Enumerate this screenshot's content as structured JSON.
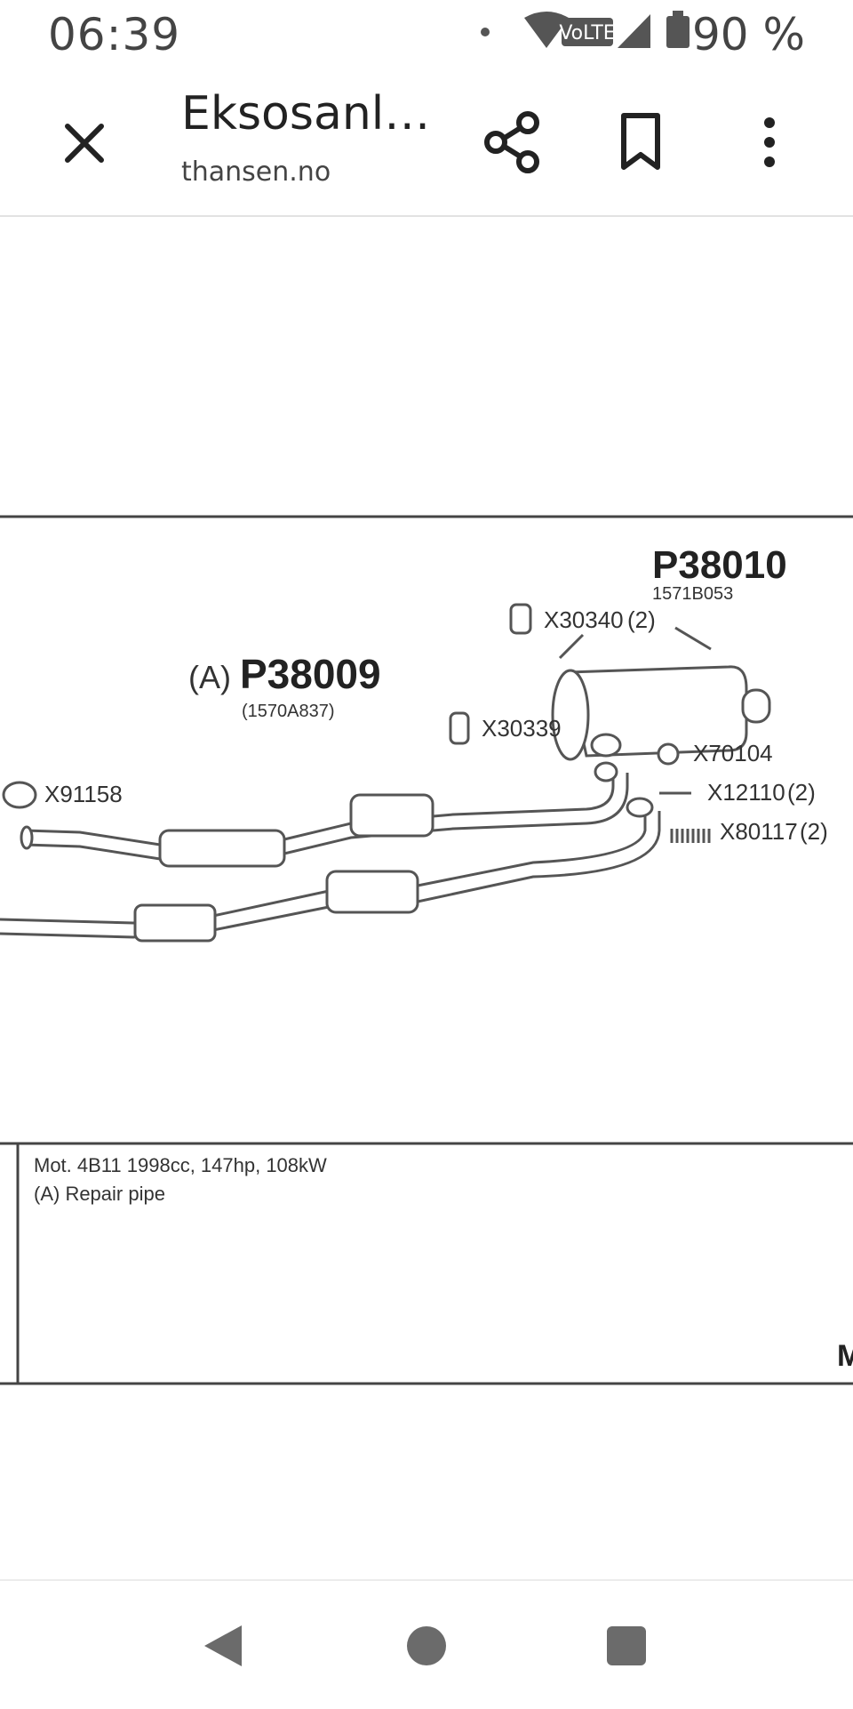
{
  "status_bar": {
    "time": "06:39",
    "network_label": "VoLTE",
    "battery_text": "90 %",
    "icons": [
      "notification-dot-icon",
      "wifi-icon",
      "volte-icon",
      "cell-signal-icon",
      "battery-icon"
    ]
  },
  "app_bar": {
    "title": "Eksosanl…",
    "domain": "thansen.no",
    "icons": [
      "close-icon",
      "share-icon",
      "bookmark-icon",
      "more-vert-icon"
    ]
  },
  "diagram": {
    "main_parts": [
      {
        "prefix": "(A)",
        "code": "P38009",
        "ref": "(1570A837)"
      },
      {
        "prefix": "",
        "code": "P38010",
        "ref": "1571B053"
      }
    ],
    "small_parts": [
      {
        "code": "X30340",
        "qty": "(2)"
      },
      {
        "code": "X30339",
        "qty": ""
      },
      {
        "code": "X91158",
        "qty": ""
      },
      {
        "code": "X70104",
        "qty": ""
      },
      {
        "code": "X12110",
        "qty": "(2)"
      },
      {
        "code": "X80117",
        "qty": "(2)"
      }
    ],
    "notes": [
      "Mot. 4B11 1998cc, 147hp, 108kW",
      "(A) Repair pipe"
    ],
    "corner_letter": "M"
  },
  "nav_bar": {
    "icons": [
      "back-triangle-icon",
      "home-circle-icon",
      "recents-square-icon"
    ]
  }
}
